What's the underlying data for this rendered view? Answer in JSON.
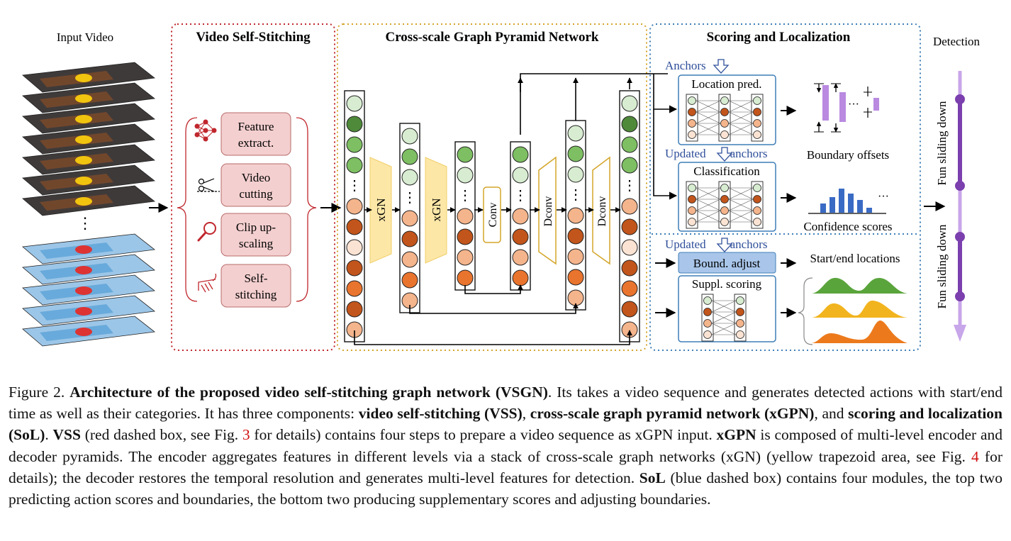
{
  "figure": {
    "input_label": "Input Video",
    "vss": {
      "title": "Video Self-Stitching",
      "steps": [
        {
          "line1": "Feature",
          "line2": "extract."
        },
        {
          "line1": "Video",
          "line2": "cutting"
        },
        {
          "line1": "Clip up-",
          "line2": "scaling"
        },
        {
          "line1": "Self-",
          "line2": "stitching"
        }
      ]
    },
    "xgpn": {
      "title": "Cross-scale Graph Pyramid Network",
      "xgn_label": "xGN",
      "conv_label": "Conv",
      "dconv_label": "Dconv",
      "dots": "⋮"
    },
    "sol": {
      "title": "Scoring and Localization",
      "anchors": "Anchors",
      "updated_anchors": "Updated",
      "anchors_word": "anchors",
      "location_pred": "Location pred.",
      "classification": "Classification",
      "boundary_offsets": "Boundary offsets",
      "confidence_scores": "Confidence scores",
      "bound_adjust": "Bound. adjust",
      "start_end": "Start/end locations",
      "suppl_scoring": "Suppl. scoring",
      "ellipsis": "···"
    },
    "detection": {
      "title": "Detection",
      "label_top": "Fun sliding down",
      "label_bottom": "Fun sliding down"
    },
    "colors": {
      "vss_border": "#c0272d",
      "xgpn_border": "#d4a52a",
      "sol_border": "#3f7fb8",
      "step_fill": "#f4cfcf",
      "trapezoid_fill": "#fde7a7",
      "node_dark_green": "#4f8a3a",
      "node_green": "#7dbf62",
      "node_light_green": "#d7ecd0",
      "node_dark_orange": "#c2551b",
      "node_orange": "#e9742e",
      "node_peach": "#f4b48c",
      "node_light": "#fbe3d3",
      "bar_blue": "#3a6bc4",
      "offset_purple": "#b98ae0",
      "bound_adjust_fill": "#a9c6ea",
      "detection_purple": "#7b3fae",
      "detection_light": "#c8a6ea"
    }
  },
  "caption": {
    "p1": "Figure 2. ",
    "b1": "Architecture of the proposed video self-stitching graph network (VSGN)",
    "p2": ". Its takes a video sequence and generates detected actions with start/end time as well as their categories. It has three components: ",
    "b2": "video self-stitching (VSS)",
    "p3": ", ",
    "b3": "cross-scale graph pyramid network (xGPN)",
    "p4": ", and ",
    "b4": "scoring and localization (SoL)",
    "p5": ". ",
    "b5": "VSS",
    "p6": " (red dashed box, see Fig. ",
    "ref1": "3",
    "p7": " for details) contains four steps to prepare a video sequence as xGPN input. ",
    "b6": "xGPN",
    "p8": " is composed of multi-level encoder and decoder pyramids. The encoder aggregates features in different levels via a stack of cross-scale graph networks (xGN) (yellow trapezoid area, see Fig. ",
    "ref2": "4",
    "p9": " for details); the decoder restores the temporal resolution and generates multi-level features for detection. ",
    "b7": "SoL",
    "p10": " (blue dashed box) contains four modules, the top two predicting action scores and boundaries, the bottom two producing supplementary scores and adjusting boundaries."
  }
}
